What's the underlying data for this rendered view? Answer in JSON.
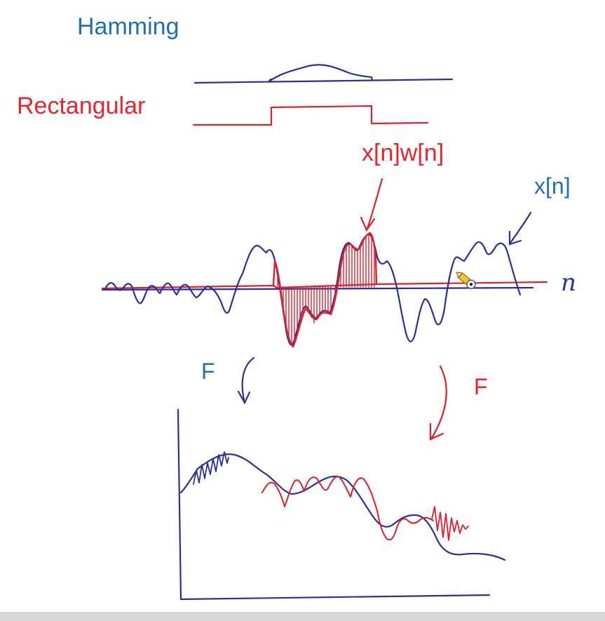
{
  "labels": {
    "hamming": "Hamming",
    "rectangular": "Rectangular",
    "windowed_signal": "x[n]w[n]",
    "signal": "x[n]",
    "n_axis": "n",
    "transform_left": "F",
    "transform_right": "F"
  },
  "colors": {
    "blue_pen": "#2a2f9a",
    "blue_text": "#1f6fb5",
    "red_pen": "#e01e2d",
    "red_text": "#e8252f"
  },
  "icons": {
    "pencil_cursor": "pencil-icon"
  }
}
